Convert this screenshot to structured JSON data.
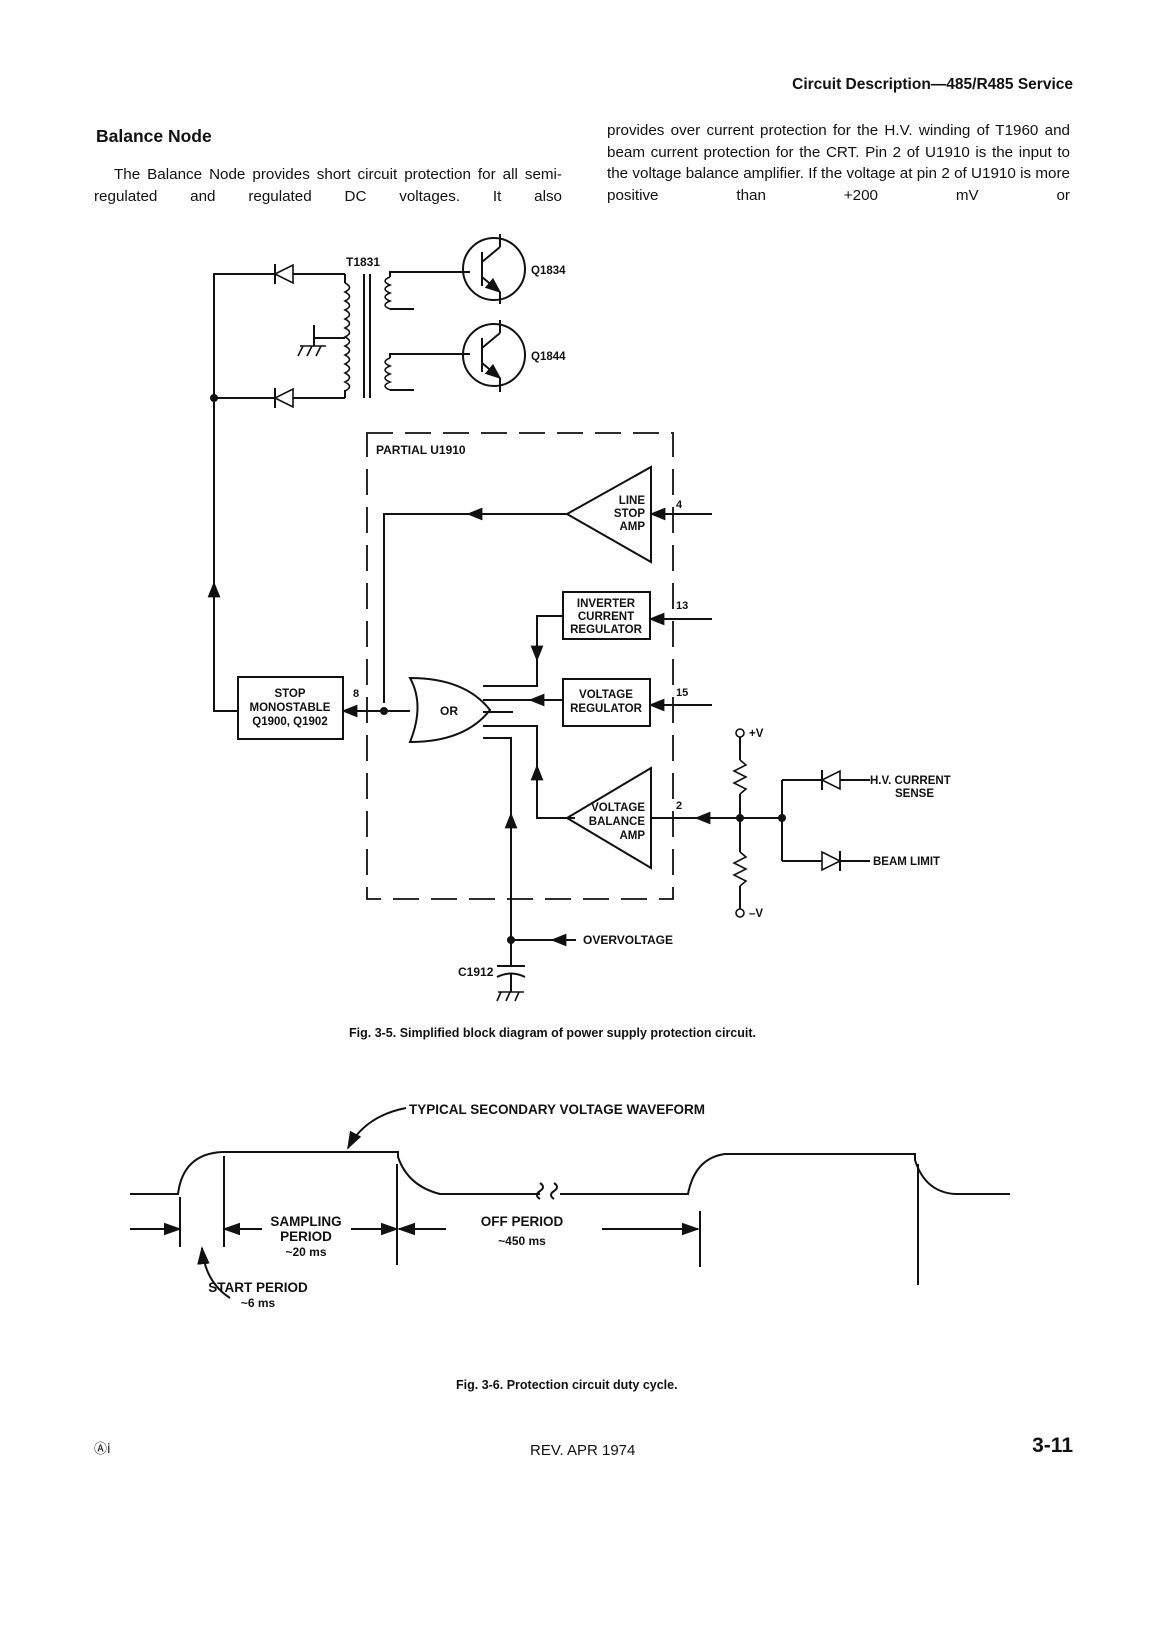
{
  "header": {
    "running_title": "Circuit Description—485/R485 Service"
  },
  "section": {
    "title": "Balance Node",
    "left_text": "The Balance Node provides short circuit protection for all semi-regulated and regulated DC voltages. It also",
    "right_text": "provides over current protection for the H.V. winding of T1960 and beam current protection for the CRT. Pin 2 of U1910 is the input to the voltage balance amplifier. If the voltage at pin 2 of U1910 is more positive than +200 mV or"
  },
  "figure1": {
    "labels": {
      "t1831": "T1831",
      "q1834": "Q1834",
      "q1844": "Q1844",
      "partial_u1910": "PARTIAL U1910",
      "line_stop_amp": [
        "LINE",
        "STOP",
        "AMP"
      ],
      "inverter_current_regulator": [
        "INVERTER",
        "CURRENT",
        "REGULATOR"
      ],
      "voltage_regulator": [
        "VOLTAGE",
        "REGULATOR"
      ],
      "voltage_balance_amp": [
        "VOLTAGE",
        "BALANCE",
        "AMP"
      ],
      "or_gate": "OR",
      "stop_monostable": [
        "STOP",
        "MONOSTABLE",
        "Q1900, Q1902"
      ],
      "pin_4": "4",
      "pin_13": "13",
      "pin_15": "15",
      "pin_2": "2",
      "pin_8": "8",
      "plus_v": "+V",
      "minus_v": "–V",
      "hv_current_sense": [
        "H.V. CURRENT",
        "SENSE"
      ],
      "beam_limit": "BEAM LIMIT",
      "overvoltage": "OVERVOLTAGE",
      "c1912": "C1912"
    },
    "caption": "Fig. 3-5.  Simplified block diagram of power supply protection circuit."
  },
  "figure2": {
    "labels": {
      "waveform_title": "TYPICAL SECONDARY VOLTAGE WAVEFORM",
      "sampling_period": [
        "SAMPLING",
        "PERIOD",
        "~20 ms"
      ],
      "off_period": [
        "OFF PERIOD",
        "~450 ms"
      ],
      "start_period": [
        "START PERIOD",
        "~6 ms"
      ]
    },
    "caption": "Fig. 3-6.  Protection circuit duty cycle."
  },
  "footer": {
    "logo": "Ⓐⅰ",
    "revision": "REV. APR 1974",
    "page_number": "3-11"
  }
}
